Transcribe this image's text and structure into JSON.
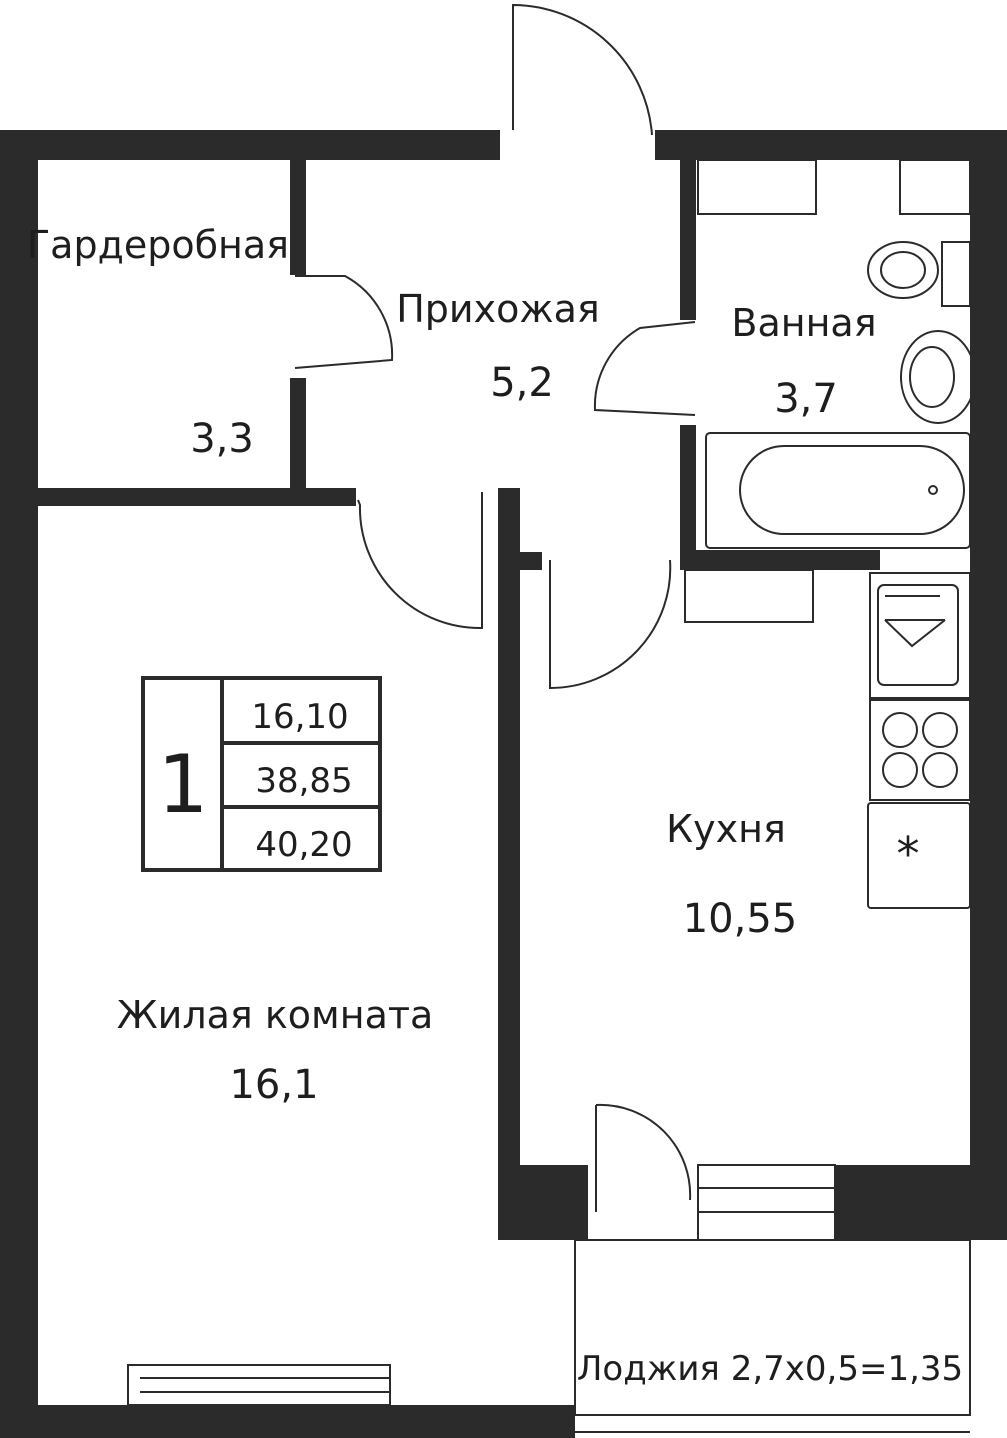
{
  "apartment": {
    "rooms_count": "1",
    "living_area": "16,10",
    "total_area": "38,85",
    "total_area_with_loggia": "40,20"
  },
  "rooms": {
    "wardrobe": {
      "name": "Гардеробная",
      "area": "3,3"
    },
    "hall": {
      "name": "Прихожая",
      "area": "5,2"
    },
    "bathroom": {
      "name": "Ванная",
      "area": "3,7"
    },
    "kitchen": {
      "name": "Кухня",
      "area": "10,55"
    },
    "living": {
      "name": "Жилая комната",
      "area": "16,1"
    },
    "loggia": {
      "name": "Лоджия 2,7х0,5=1,35"
    }
  },
  "colors": {
    "wall": "#2b2b2b",
    "line": "#2b2b2b",
    "background": "#ffffff"
  }
}
